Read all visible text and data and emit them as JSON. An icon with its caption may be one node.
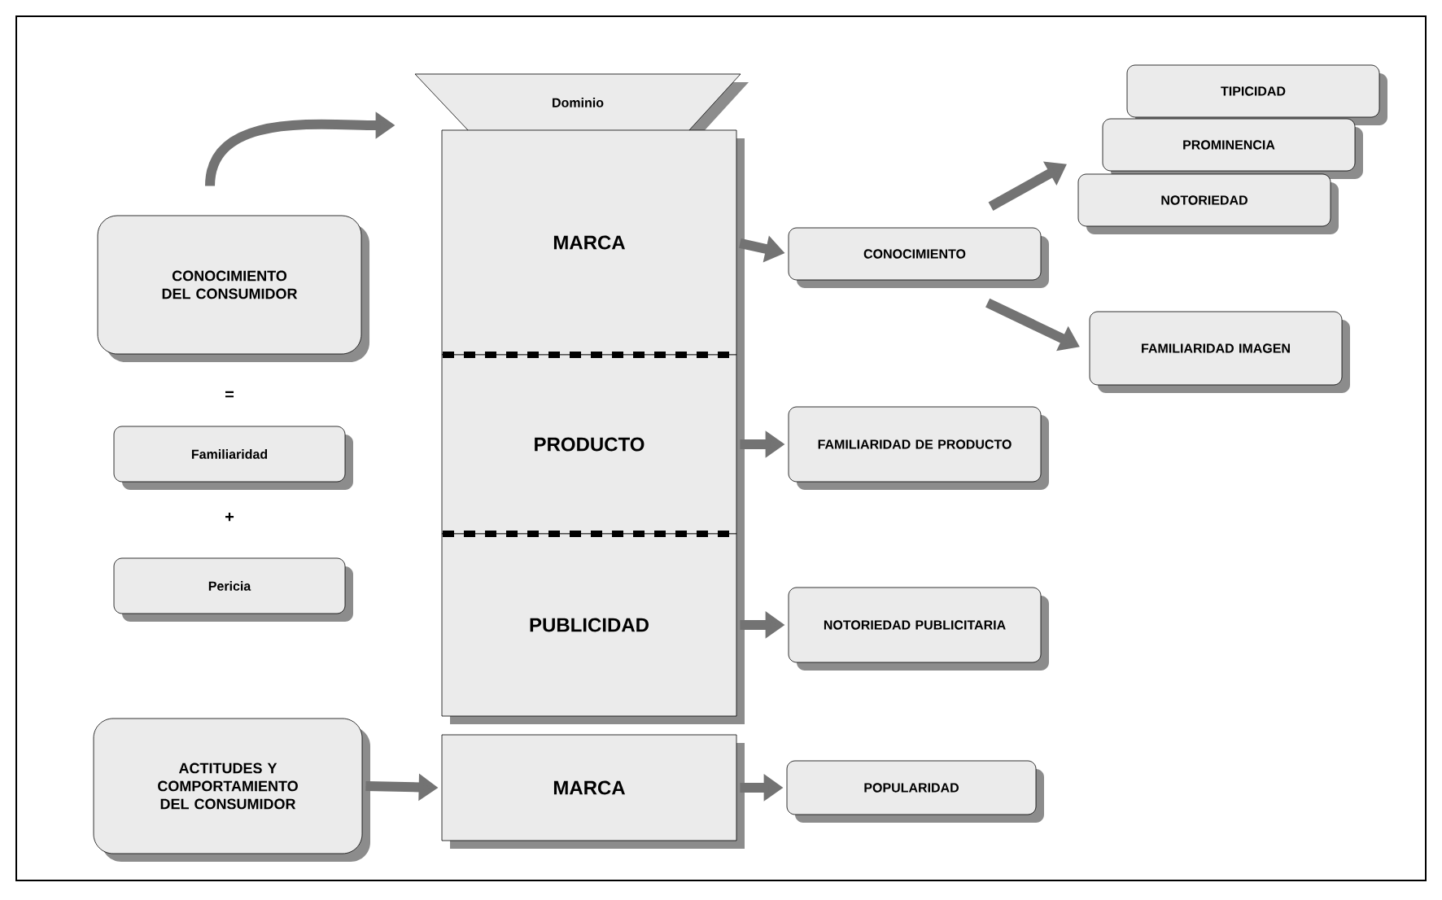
{
  "diagram": {
    "nodes": [
      {
        "text": [
          "Dominio"
        ]
      },
      {
        "text": [
          "CONOCIMIENTO DEL CONSUMIDOR"
        ]
      },
      {
        "text": [
          "MARCA"
        ]
      },
      {
        "text": [
          "CONOCIMIENTO"
        ]
      },
      {
        "text": [
          "TIPICIDAD"
        ]
      },
      {
        "text": [
          "PROMINENCIA"
        ]
      },
      {
        "text": [
          "NOTORIEDAD"
        ]
      },
      {
        "text": [
          "FAMILIARIDAD IMAGEN"
        ]
      },
      {
        "text": [
          "Familiaridad"
        ]
      },
      {
        "text": [
          "PRODUCTO"
        ]
      },
      {
        "text": [
          "FAMILIARIDAD DE PRODUCTO"
        ]
      },
      {
        "text": [
          "Pericia"
        ]
      },
      {
        "text": [
          "PUBLICIDAD"
        ]
      },
      {
        "text": [
          "NOTORIEDAD PUBLICITARIA"
        ]
      },
      {
        "text": [
          "ACTITUDES Y COMPORTAMIENTO DEL CONSUMIDOR"
        ]
      },
      {
        "text": [
          "MARCA"
        ]
      },
      {
        "text": [
          "POPULARIDAD"
        ]
      }
    ],
    "edges": [
      {
        "from": 1,
        "to": 0,
        "arrow": "to"
      },
      {
        "from": 2,
        "to": 3,
        "arrow": "to"
      },
      {
        "from": 3,
        "to": 6,
        "arrow": "to"
      },
      {
        "from": 3,
        "to": 7,
        "arrow": "to"
      },
      {
        "from": 9,
        "to": 10,
        "arrow": "to"
      },
      {
        "from": 12,
        "to": 13,
        "arrow": "to"
      },
      {
        "from": 14,
        "to": 15,
        "arrow": "to"
      },
      {
        "from": 15,
        "to": 16,
        "arrow": "to"
      }
    ],
    "labels": [
      "=",
      "+"
    ]
  }
}
